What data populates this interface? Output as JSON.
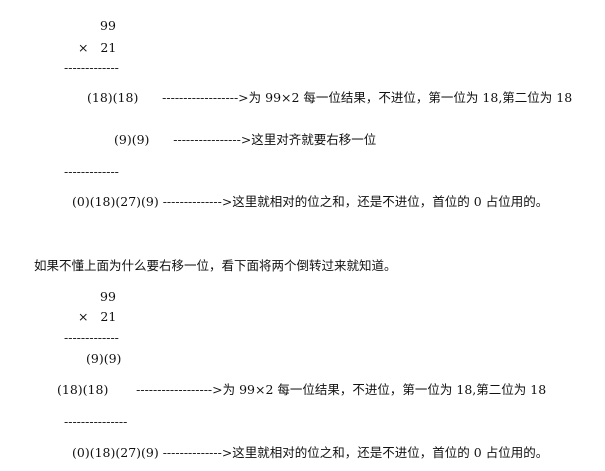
{
  "section1": {
    "multiplicand": "99",
    "multiplier": "×   21",
    "rule1": "-------------",
    "row1": "(18)(18)      ------------------>为 99×2 每一位结果，不进位，第一位为 18,第二位为 18",
    "row2": "(9)(9)      ---------------->这里对齐就要右移一位",
    "rule2": "-------------",
    "sum": "(0)(18)(27)(9) -------------->这里就相对的位之和，还是不进位，首位的 0 占位用的。"
  },
  "explanation": "如果不懂上面为什么要右移一位，看下面将两个倒转过来就知道。",
  "section2": {
    "multiplicand": "99",
    "multiplier": "×   21",
    "rule1": "-------------",
    "row1": "(9)(9)",
    "row2": "(18)(18)       ------------------>为 99×2 每一位结果，不进位，第一位为 18,第二位为 18",
    "rule2": "---------------",
    "sum": "(0)(18)(27)(9) -------------->这里就相对的位之和，还是不进位，首位的 0 占位用的。"
  }
}
